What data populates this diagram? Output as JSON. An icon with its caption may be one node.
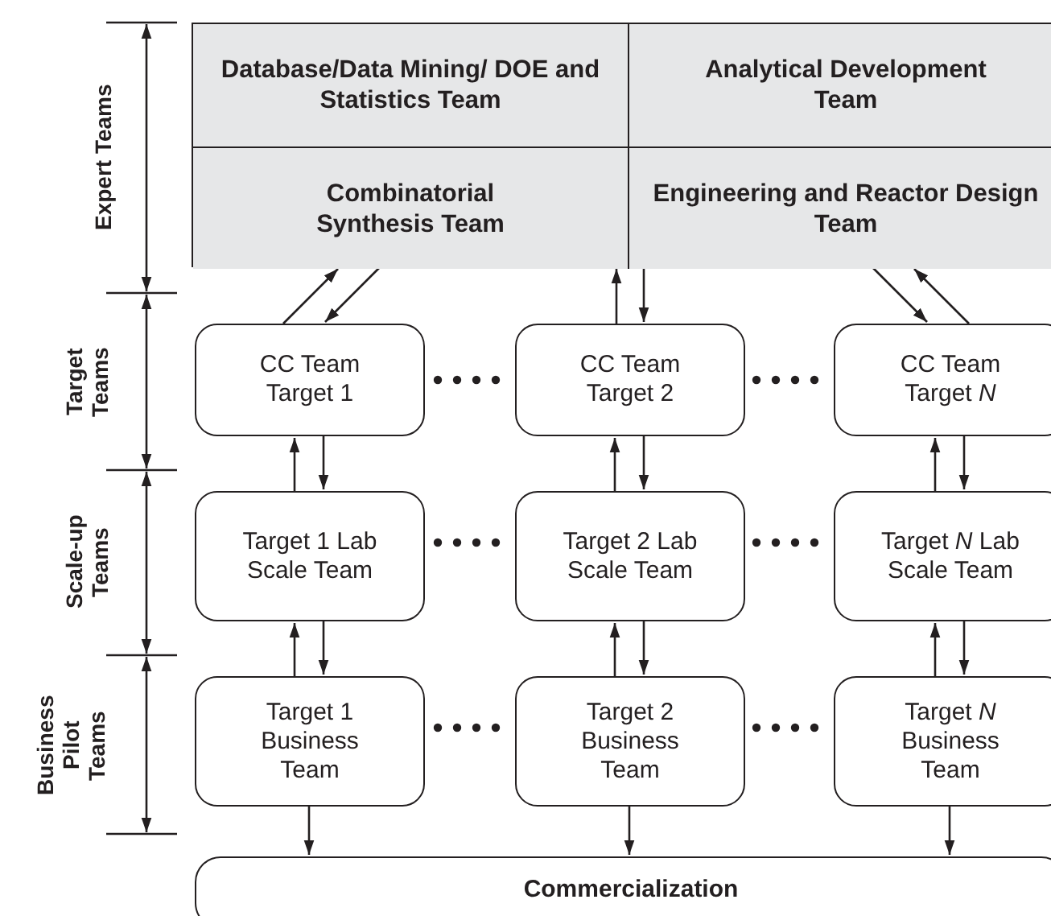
{
  "diagram": {
    "nodes": [
      {
        "text": [],
        "shape": "box"
      },
      {
        "text": [
          "Database/Data Mining/ DOE and Statistics Team"
        ],
        "in": 0
      },
      {
        "text": [
          "Analytical Development Team"
        ],
        "in": 0
      },
      {
        "text": [
          "Combinatorial Synthesis Team"
        ],
        "in": 0
      },
      {
        "text": [
          "Engineering and Reactor Design Team"
        ],
        "in": 0
      },
      {
        "text": [
          "CC Team Target 1"
        ]
      },
      {
        "text": [
          "CC Team Target 2"
        ]
      },
      {
        "text": [
          "CC Team Target *N*"
        ]
      },
      {
        "text": [
          "Target 1 Lab Scale Team"
        ]
      },
      {
        "text": [
          "Target 2 Lab Scale Team"
        ]
      },
      {
        "text": [
          "Target *N* Lab Scale Team"
        ]
      },
      {
        "text": [
          "Target 1 Business Team"
        ]
      },
      {
        "text": [
          "Target 2 Business Team"
        ]
      },
      {
        "text": [
          "Target *N* Business Team"
        ]
      },
      {
        "text": [
          "Commercialization"
        ]
      }
    ],
    "edges": [
      {
        "from": 5,
        "to": 3,
        "arrow": "to"
      },
      {
        "from": 3,
        "to": 5,
        "arrow": "to"
      },
      {
        "from": 6,
        "to": 0,
        "arrow": "to"
      },
      {
        "from": 0,
        "to": 6,
        "arrow": "to"
      },
      {
        "from": 4,
        "to": 7,
        "arrow": "to"
      },
      {
        "from": 7,
        "to": 4,
        "arrow": "to"
      },
      {
        "from": 8,
        "to": 5,
        "arrow": "to"
      },
      {
        "from": 5,
        "to": 8,
        "arrow": "to"
      },
      {
        "from": 9,
        "to": 6,
        "arrow": "to"
      },
      {
        "from": 6,
        "to": 9,
        "arrow": "to"
      },
      {
        "from": 10,
        "to": 7,
        "arrow": "to"
      },
      {
        "from": 7,
        "to": 10,
        "arrow": "to"
      },
      {
        "from": 11,
        "to": 8,
        "arrow": "to"
      },
      {
        "from": 8,
        "to": 11,
        "arrow": "to"
      },
      {
        "from": 12,
        "to": 9,
        "arrow": "to"
      },
      {
        "from": 9,
        "to": 12,
        "arrow": "to"
      },
      {
        "from": 13,
        "to": 10,
        "arrow": "to"
      },
      {
        "from": 10,
        "to": 13,
        "arrow": "to"
      },
      {
        "from": 11,
        "to": 14,
        "arrow": "to"
      },
      {
        "from": 12,
        "to": 14,
        "arrow": "to"
      },
      {
        "from": 13,
        "to": 14,
        "arrow": "to"
      }
    ],
    "labels": [
      "Expert Teams",
      "Target Teams",
      "Scale-up Teams",
      "Business Pilot Teams"
    ]
  }
}
